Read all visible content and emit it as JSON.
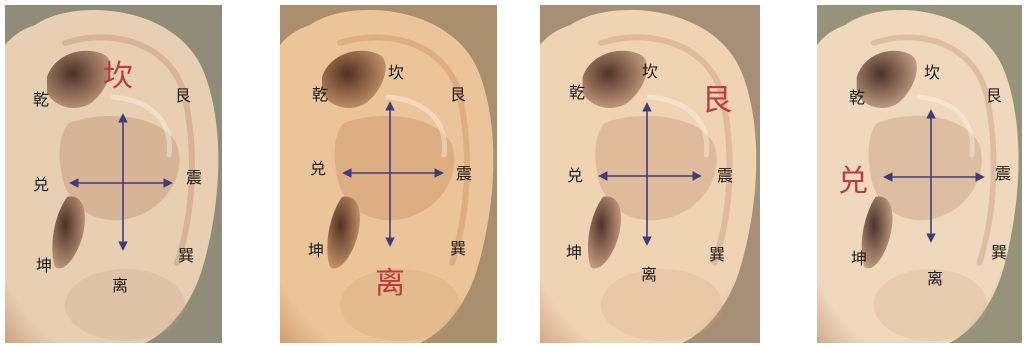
{
  "colors": {
    "label": "#1b1b1b",
    "highlight": "#c0393b",
    "arrow": "#3c3d7a"
  },
  "panels": [
    {
      "highlight": "kan",
      "tone": {
        "bg": "#8f8c7a",
        "skin": "#e9cfb1",
        "shadow": "#c99f7f",
        "cavity": "#4a3028"
      },
      "labels": {
        "kan": "坎",
        "gen": "艮",
        "qian": "乾",
        "dui": "兑",
        "zhen": "震",
        "kun": "坤",
        "xun": "巽",
        "li": "离"
      }
    },
    {
      "highlight": "li",
      "tone": {
        "bg": "#a98f6d",
        "skin": "#ebc49a",
        "shadow": "#cf9c70",
        "cavity": "#503022"
      },
      "labels": {
        "kan": "坎",
        "gen": "艮",
        "qian": "乾",
        "dui": "兑",
        "zhen": "震",
        "kun": "坤",
        "xun": "巽",
        "li": "离"
      }
    },
    {
      "highlight": "gen",
      "tone": {
        "bg": "#a58f76",
        "skin": "#f0d3b3",
        "shadow": "#d2a686",
        "cavity": "#4f3328"
      },
      "labels": {
        "kan": "坎",
        "gen": "艮",
        "qian": "乾",
        "dui": "兑",
        "zhen": "震",
        "kun": "坤",
        "xun": "巽",
        "li": "离"
      }
    },
    {
      "highlight": "dui",
      "tone": {
        "bg": "#959379",
        "skin": "#efd8bb",
        "shadow": "#cfa98b",
        "cavity": "#4a3129"
      },
      "labels": {
        "kan": "坎",
        "gen": "艮",
        "qian": "乾",
        "dui": "兑",
        "zhen": "震",
        "kun": "坤",
        "xun": "巽",
        "li": "离"
      }
    }
  ]
}
